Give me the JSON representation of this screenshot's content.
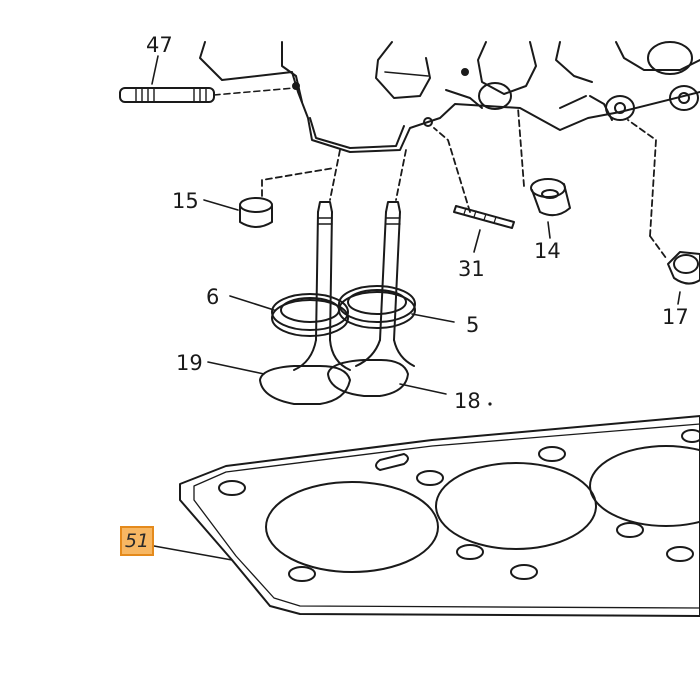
{
  "diagram": {
    "labels": {
      "p47": "47",
      "p15": "15",
      "p31": "31",
      "p14": "14",
      "p17": "17",
      "p6": "6",
      "p5": "5",
      "p19": "19",
      "p18": "18"
    },
    "highlight": {
      "label": "51",
      "fill": "#f7b763",
      "border": "#e48a1c"
    },
    "line_color": "#1a1a1a"
  }
}
